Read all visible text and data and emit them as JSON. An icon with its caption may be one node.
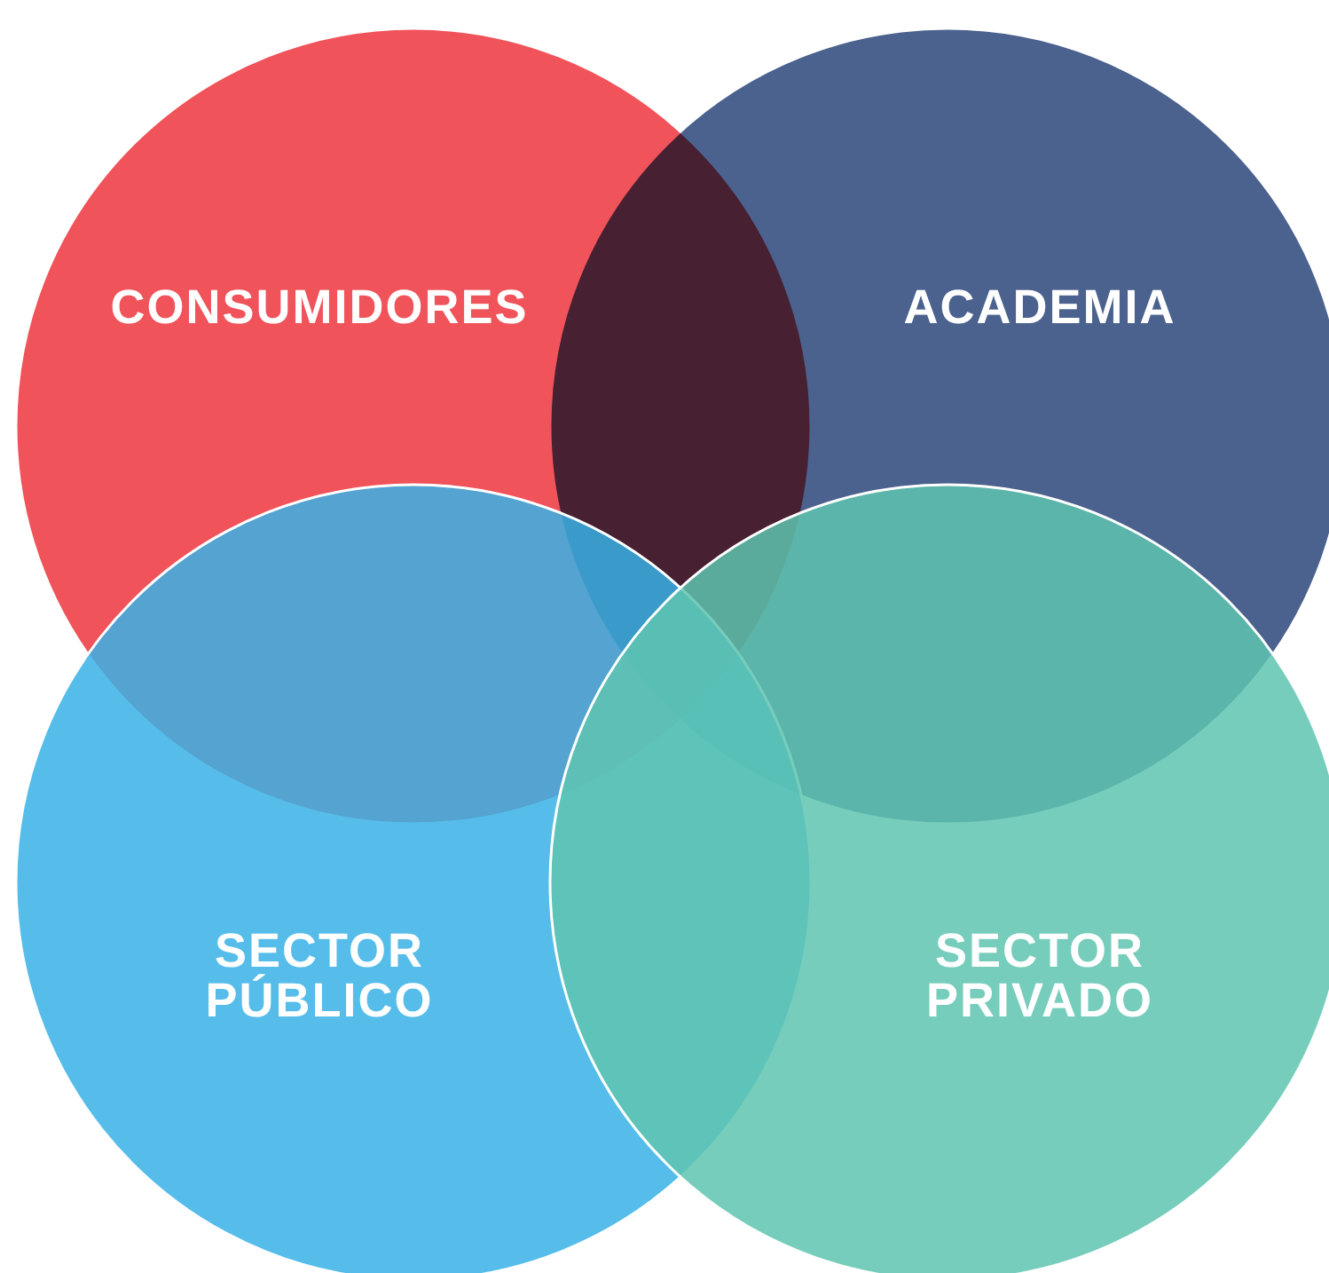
{
  "diagram": {
    "nodes": [
      {
        "text": [
          "CONSUMIDORES"
        ]
      },
      {
        "text": [
          "ACADEMIA"
        ]
      },
      {
        "text": [
          "SECTOR PÚBLICO"
        ]
      },
      {
        "text": [
          "SECTOR PRIVADO"
        ]
      }
    ]
  }
}
